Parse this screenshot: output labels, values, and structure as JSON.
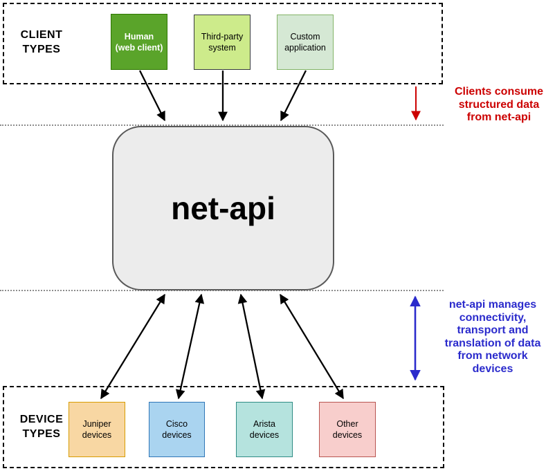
{
  "sections": {
    "clients": {
      "title": "CLIENT\nTYPES",
      "nodes": [
        {
          "label": "Human\n(web client)",
          "fill": "#5AA42A",
          "border": "#2D7600",
          "text_color": "#FFFFFF"
        },
        {
          "label": "Third-party\nsystem",
          "fill": "#CDEB8B",
          "border": "#36393D",
          "text_color": "#000000"
        },
        {
          "label": "Custom\napplication",
          "fill": "#D5E8D4",
          "border": "#82B366",
          "text_color": "#000000"
        }
      ]
    },
    "core": {
      "label": "net-api",
      "fill": "#ECECEC",
      "border": "#595959"
    },
    "devices": {
      "title": "DEVICE\nTYPES",
      "nodes": [
        {
          "label": "Juniper\ndevices",
          "fill": "#F8D7A3",
          "border": "#D79B00",
          "text_color": "#000000"
        },
        {
          "label": "Cisco\ndevices",
          "fill": "#AAD4F0",
          "border": "#2E75B6",
          "text_color": "#000000"
        },
        {
          "label": "Arista\ndevices",
          "fill": "#B5E3DE",
          "border": "#2E8B84",
          "text_color": "#000000"
        },
        {
          "label": "Other\ndevices",
          "fill": "#F8CECC",
          "border": "#B85450",
          "text_color": "#000000"
        }
      ]
    }
  },
  "annotations": {
    "top": {
      "text": "Clients consume\nstructured data\nfrom net-api",
      "color": "#CC0000"
    },
    "bottom": {
      "text": "net-api manages\nconnectivity,\ntransport and\ntranslation of data\nfrom network\ndevices",
      "color": "#2B2BCC"
    }
  }
}
